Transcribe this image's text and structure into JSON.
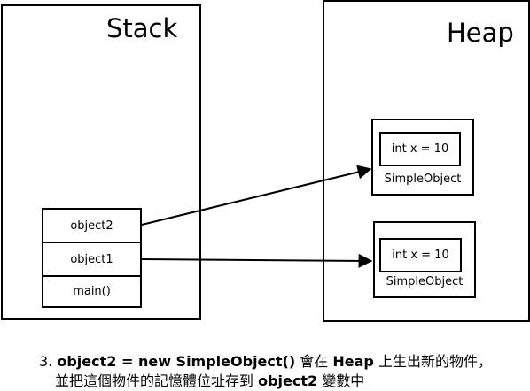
{
  "stack": {
    "title": "Stack",
    "frames": [
      {
        "label": "object2"
      },
      {
        "label": "object1"
      },
      {
        "label": "main()"
      }
    ]
  },
  "heap": {
    "title": "Heap",
    "objects": [
      {
        "field": "int x = 10",
        "type": "SimpleObject"
      },
      {
        "field": "int x = 10",
        "type": "SimpleObject"
      }
    ]
  },
  "caption": {
    "number": "3.",
    "code": "object2 = new SimpleObject()",
    "text1": " 會在 ",
    "heap_word": "Heap",
    "text2": " 上生出新的物件，",
    "line2_text": "並把這個物件的記憶體位址存到 ",
    "line2_var": "object2",
    "line2_end": " 變數中"
  }
}
